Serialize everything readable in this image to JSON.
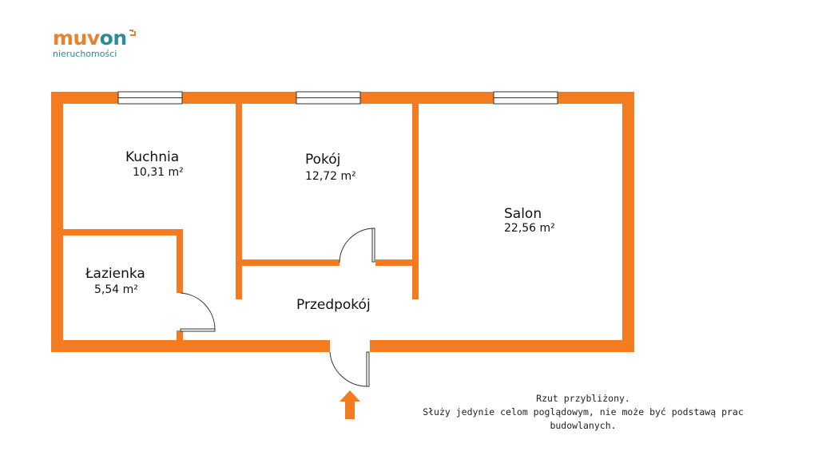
{
  "logo": {
    "name_part1": "muv",
    "name_part2": "on",
    "subtitle": "nieruchomości",
    "color_primary": "#e8822e",
    "color_secondary": "#2b8a9c"
  },
  "plan": {
    "wall_color": "#f47b20",
    "rooms": [
      {
        "name": "Kuchnia",
        "area": "10,31 m²"
      },
      {
        "name": "Pokój",
        "area": "12,72 m²"
      },
      {
        "name": "Salon",
        "area": "22,56 m²"
      },
      {
        "name": "Łazienka",
        "area": "5,54 m²"
      },
      {
        "name": "Przedpokój",
        "area": ""
      }
    ],
    "entrance_icon": "arrow-up-icon"
  },
  "note": {
    "line1": "Rzut przybliżony.",
    "line2": "Służy jedynie celom poglądowym, nie może być podstawą prac budowlanych."
  }
}
